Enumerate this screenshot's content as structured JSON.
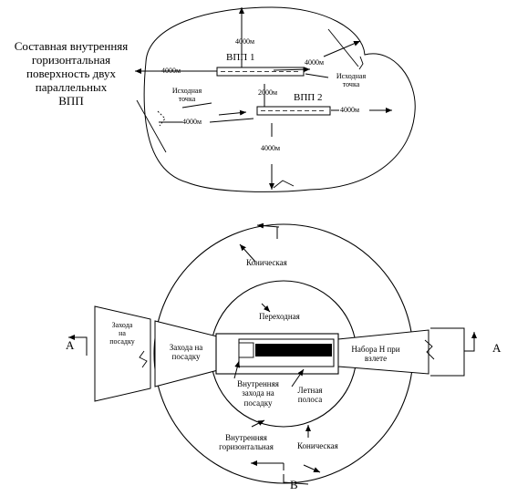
{
  "top": {
    "caption": [
      "Составная внутренняя",
      "горизонтальная",
      "поверхность двух",
      "параллельных",
      "ВПП"
    ],
    "runway1": "ВПП 1",
    "runway2": "ВПП 2",
    "origin_left": [
      "Исходная",
      "точка"
    ],
    "origin_right": [
      "Исходная",
      "точка"
    ],
    "dist_top": "4000м",
    "dist_top_right": "4000м",
    "dist_left_upper": "4000м",
    "dist_left_lower": "4000м",
    "dist_right": "4000м",
    "dist_between": "2000м",
    "dist_bottom": "4000м"
  },
  "bottom": {
    "conical_top": "Коническая",
    "transitional": "Переходная",
    "approach_outer": [
      "Захода",
      "на",
      "посадку"
    ],
    "approach_inner": [
      "Захода на",
      "посадку"
    ],
    "takeoff_climb": [
      "Набора Н при",
      "взлете"
    ],
    "inner_approach": [
      "Внутренняя",
      "захода на",
      "посадку"
    ],
    "runway_strip": [
      "Летная",
      "полоса"
    ],
    "inner_horizontal": [
      "Внутренняя",
      "горизонтальная"
    ],
    "conical_bottom": "Коническая",
    "section_left": "А",
    "section_right": "А",
    "section_bottom": "В"
  }
}
